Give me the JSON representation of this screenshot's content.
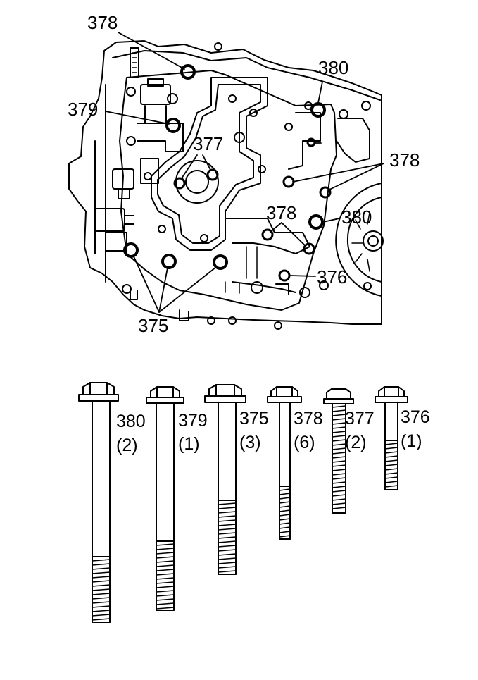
{
  "diagram": {
    "callouts": {
      "c378_top": "378",
      "c379": "379",
      "c377": "377",
      "c380_top": "380",
      "c378_right": "378",
      "c378_mid": "378",
      "c380_right": "380",
      "c376": "376",
      "c375": "375"
    },
    "bolts": [
      {
        "id": "380",
        "count": "(2)"
      },
      {
        "id": "379",
        "count": "(1)"
      },
      {
        "id": "375",
        "count": "(3)"
      },
      {
        "id": "378",
        "count": "(6)"
      },
      {
        "id": "377",
        "count": "(2)"
      },
      {
        "id": "376",
        "count": "(1)"
      }
    ],
    "colors": {
      "line": "#000000",
      "background": "#ffffff"
    }
  }
}
